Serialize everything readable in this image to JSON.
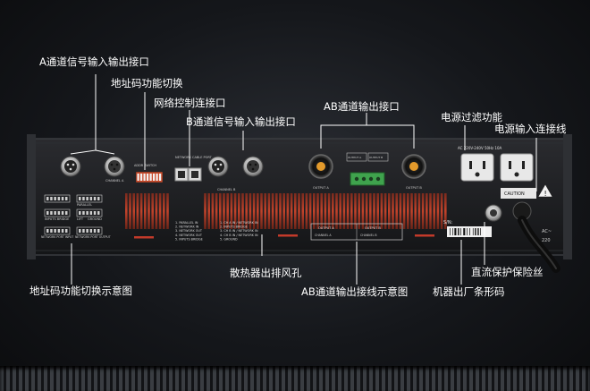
{
  "labels": {
    "a_channel_io": "A通道信号输入输出接口",
    "address_switch": "地址码功能切换",
    "network_port": "网络控制连接口",
    "b_channel_io": "B通道信号输入输出接口",
    "ab_output": "AB通道输出接口",
    "power_filter": "电源过滤功能",
    "power_input": "电源输入连接线",
    "address_diagram": "地址码功能切换示意图",
    "heatsink": "散热器出排风孔",
    "ab_wiring_diagram": "AB通道输出接线示意图",
    "factory_barcode": "机器出厂条形码",
    "dc_fuse": "直流保护保险丝"
  },
  "panel_text": {
    "channel_a": "CHANNEL A",
    "channel_b": "CHANNEL B",
    "address_switch_tag": "ADDR SWITCH",
    "network_cable_port": "NETWORK CABLE PORT",
    "output_a": "OUTPUT A",
    "output_b": "OUTPUT B",
    "output_terminal_a": "OUTPUT A",
    "output_terminal_b": "OUTPUT B",
    "ground": "GROUND",
    "parallel": "PARALLEL",
    "inputs_bridge": "INPUTS BRIDGE",
    "lift": "LIFT",
    "network_port_input": "NETWORK PORT INPUT",
    "network_port_output": "NETWORK PORT OUTPUT",
    "list_left": [
      "1. PARALLEL IN",
      "2. NETWORK IN",
      "3. NETWORK OUT",
      "4. NETWORK OUT",
      "5. INPUTS BRIDGE"
    ],
    "list_right": [
      "1. CH A IN / NETWORK IN",
      "2. INPUTS BRIDGE",
      "3. CH B IN / NETWORK IN",
      "4. CH B IN / NETWORK IN",
      "5. GROUND"
    ],
    "wiring_output_a": "OUTPUT A",
    "wiring_output_b": "OUTPUT B",
    "wiring_channel_a": "CHANNEL A",
    "wiring_channel_b": "CHANNEL B",
    "power_rating": "AC 220V-240V 50Hz 10A",
    "caution": "CAUTION",
    "serial": "S/N:",
    "ac_in": "AC~",
    "voltage": "220"
  },
  "colors": {
    "panel": "#1c1d20",
    "panel_edge": "#3a3c40",
    "heatsink_fin": "#b23a26",
    "connector_metal": "#c9c9c9",
    "terminal_green": "#3fa34d",
    "socket_white": "#e8e8e8",
    "label_text": "#ffffff"
  }
}
